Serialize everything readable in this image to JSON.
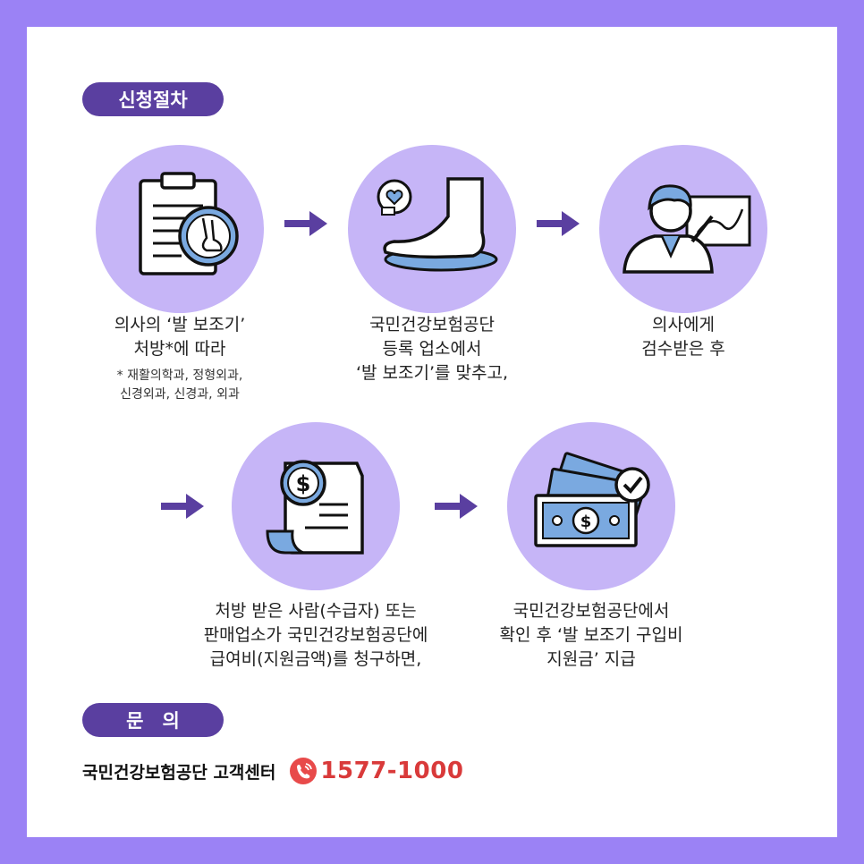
{
  "section_procedure": "신청절차",
  "steps": [
    {
      "caption": [
        "의사의 ‘발 보조기’",
        "처방*에 따라"
      ],
      "note": [
        "* 재활의학과, 정형외과,",
        "신경외과, 신경과, 외과"
      ],
      "icon": "clipboard-foot-icon"
    },
    {
      "caption": [
        "국민건강보험공단",
        "등록 업소에서",
        "‘발 보조기’를 맞추고,"
      ],
      "icon": "foot-insole-icon"
    },
    {
      "caption": [
        "의사에게",
        "검수받은 후"
      ],
      "icon": "doctor-icon"
    },
    {
      "caption": [
        "처방 받은 사람(수급자) 또는",
        "판매업소가 국민건강보험공단에",
        "급여비(지원금액)를 청구하면,"
      ],
      "icon": "receipt-dollar-icon"
    },
    {
      "caption": [
        "국민건강보험공단에서",
        "확인 후 ‘발 보조기 구입비",
        "지원금’ 지급"
      ],
      "icon": "money-check-icon"
    }
  ],
  "section_inquiry": "문　의",
  "contact": {
    "org": "국민건강보험공단 고객센터",
    "phone": "1577-1000",
    "icon": "phone-icon"
  },
  "colors": {
    "frame": "#9b82f5",
    "pill": "#5a3fa0",
    "circle": "#c6b5f7",
    "arrow": "#5a3fa0",
    "phone": "#d93a3a"
  }
}
